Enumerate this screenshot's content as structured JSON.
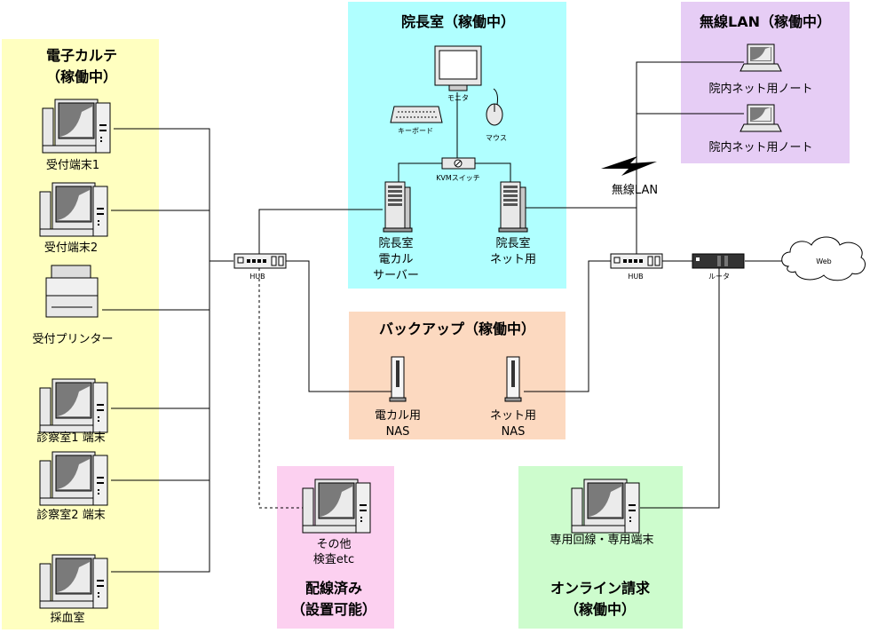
{
  "zones": {
    "karte": {
      "title_line1": "電子カルテ",
      "title_line2": "（稼働中）",
      "color": "#ffffc0"
    },
    "director": {
      "title": "院長室（稼働中）",
      "color": "#b0ffff"
    },
    "wireless": {
      "title": "無線LAN（稼働中）",
      "color": "#e6cdf5"
    },
    "backup": {
      "title": "バックアップ（稼働中）",
      "color": "#fcd9c0"
    },
    "wired": {
      "title_line1": "配線済み",
      "title_line2": "（設置可能）",
      "color": "#fcd0f0"
    },
    "online": {
      "title_line1": "オンライン請求",
      "title_line2": "（稼働中）",
      "color": "#cdfccd"
    }
  },
  "karte_devices": [
    "受付端末1",
    "受付端末2",
    "受付プリンター",
    "診察室1 端末",
    "診察室2 端末",
    "採血室"
  ],
  "director_devices": {
    "monitor": "モニタ",
    "keyboard": "キーボード",
    "mouse": "マウス",
    "kvm": "KVMスイッチ",
    "server_left": [
      "院長室",
      "電カル",
      "サーバー"
    ],
    "server_right": [
      "院長室",
      "ネット用"
    ]
  },
  "wireless_devices": [
    "院内ネット用ノート",
    "院内ネット用ノート"
  ],
  "wireless_signal_label": "無線LAN",
  "hub_left_label": "HUB",
  "hub_right_label": "HUB",
  "router_label": "ルータ",
  "cloud_label": "Web",
  "nas_left": [
    "電カル用",
    "NAS"
  ],
  "nas_right": [
    "ネット用",
    "NAS"
  ],
  "other_device": [
    "その他",
    "検査etc"
  ],
  "online_device": "専用回線・専用端末"
}
